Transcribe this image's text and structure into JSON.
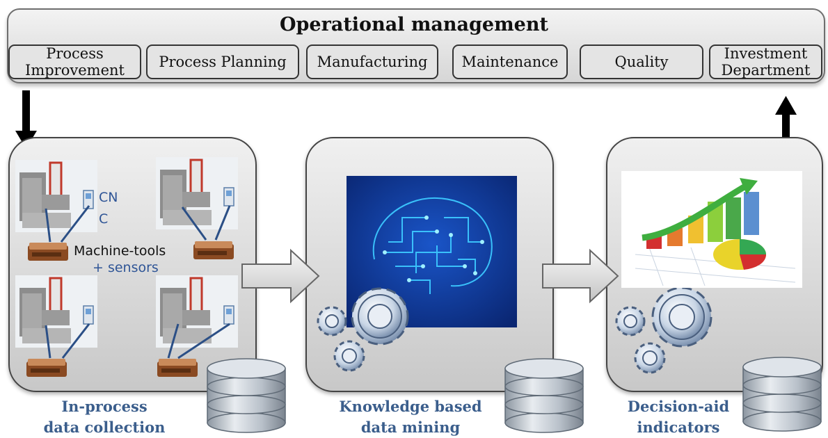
{
  "header": {
    "title": "Operational management",
    "departments": [
      {
        "label_lines": [
          "Process",
          "Improvement"
        ]
      },
      {
        "label_lines": [
          "Process Planning"
        ]
      },
      {
        "label_lines": [
          "Manufacturing"
        ]
      },
      {
        "label_lines": [
          "Maintenance"
        ]
      },
      {
        "label_lines": [
          "Quality"
        ]
      },
      {
        "label_lines": [
          "Investment",
          "Department"
        ]
      }
    ]
  },
  "stages": [
    {
      "caption_lines": [
        "In-process",
        "data collection"
      ],
      "labels": {
        "cnc_line1": "CN",
        "cnc_line2": "C",
        "machine_tools": "Machine-tools",
        "sensors": "+ sensors"
      }
    },
    {
      "caption_lines": [
        "Knowledge based",
        "data mining"
      ]
    },
    {
      "caption_lines": [
        "Decision-aid",
        "indicators"
      ]
    }
  ],
  "colors": {
    "caption": "#3b5e8c",
    "brain_bg": "#0d2f8a",
    "circuit": "#38c8ff",
    "arrow": "#000000"
  }
}
